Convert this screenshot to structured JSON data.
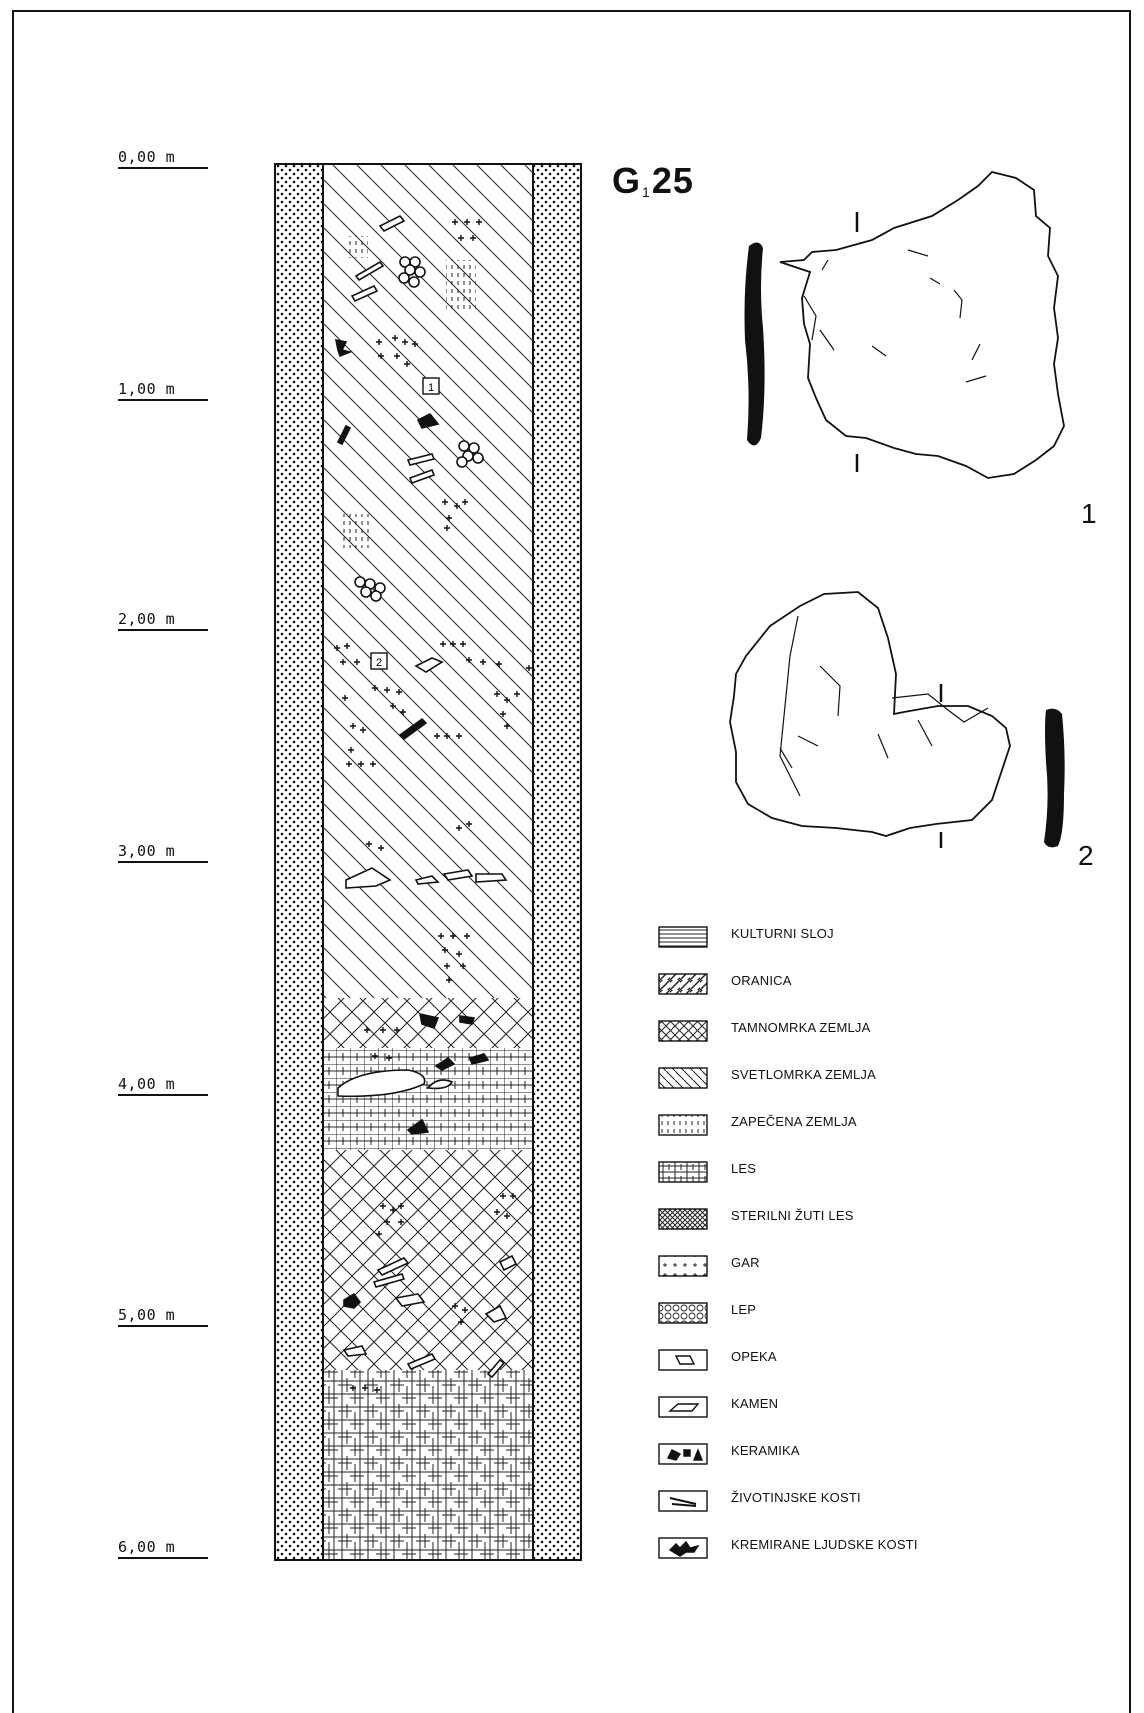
{
  "figure": {
    "title_main": "G",
    "title_sub": "1",
    "title_number": "25",
    "find_numbers": [
      "1",
      "2"
    ]
  },
  "depth_scale": [
    "0,00 m",
    "1,00 m",
    "2,00 m",
    "3,00 m",
    "4,00 m",
    "5,00 m",
    "6,00 m"
  ],
  "profile_markers": [
    "1",
    "2"
  ],
  "legend": [
    {
      "label": "KULTURNI SLOJ",
      "pattern": "horizontal-lines"
    },
    {
      "label": "ORANICA",
      "pattern": "herringbone"
    },
    {
      "label": "TAMNOMRKA ZEMLJA",
      "pattern": "cross-hatch"
    },
    {
      "label": "SVETLOMRKA ZEMLJA",
      "pattern": "diagonal-lines"
    },
    {
      "label": "ZAPEČENA ZEMLJA",
      "pattern": "vertical-dashes"
    },
    {
      "label": "LES",
      "pattern": "grid-blocks"
    },
    {
      "label": "STERILNI ŽUTI LES",
      "pattern": "dense-cross-hatch"
    },
    {
      "label": "GAR",
      "pattern": "plus-dots"
    },
    {
      "label": "LEP",
      "pattern": "circles"
    },
    {
      "label": "OPEKA",
      "pattern": "brick-icon"
    },
    {
      "label": "KAMEN",
      "pattern": "stone-icon"
    },
    {
      "label": "KERAMIKA",
      "pattern": "sherd-icon"
    },
    {
      "label": "ŽIVOTINJSKE KOSTI",
      "pattern": "bone-icon"
    },
    {
      "label": "KREMIRANE LJUDSKE KOSTI",
      "pattern": "cremated-bone-icon"
    }
  ],
  "colors": {
    "ink": "#111111",
    "paper": "#ffffff"
  }
}
